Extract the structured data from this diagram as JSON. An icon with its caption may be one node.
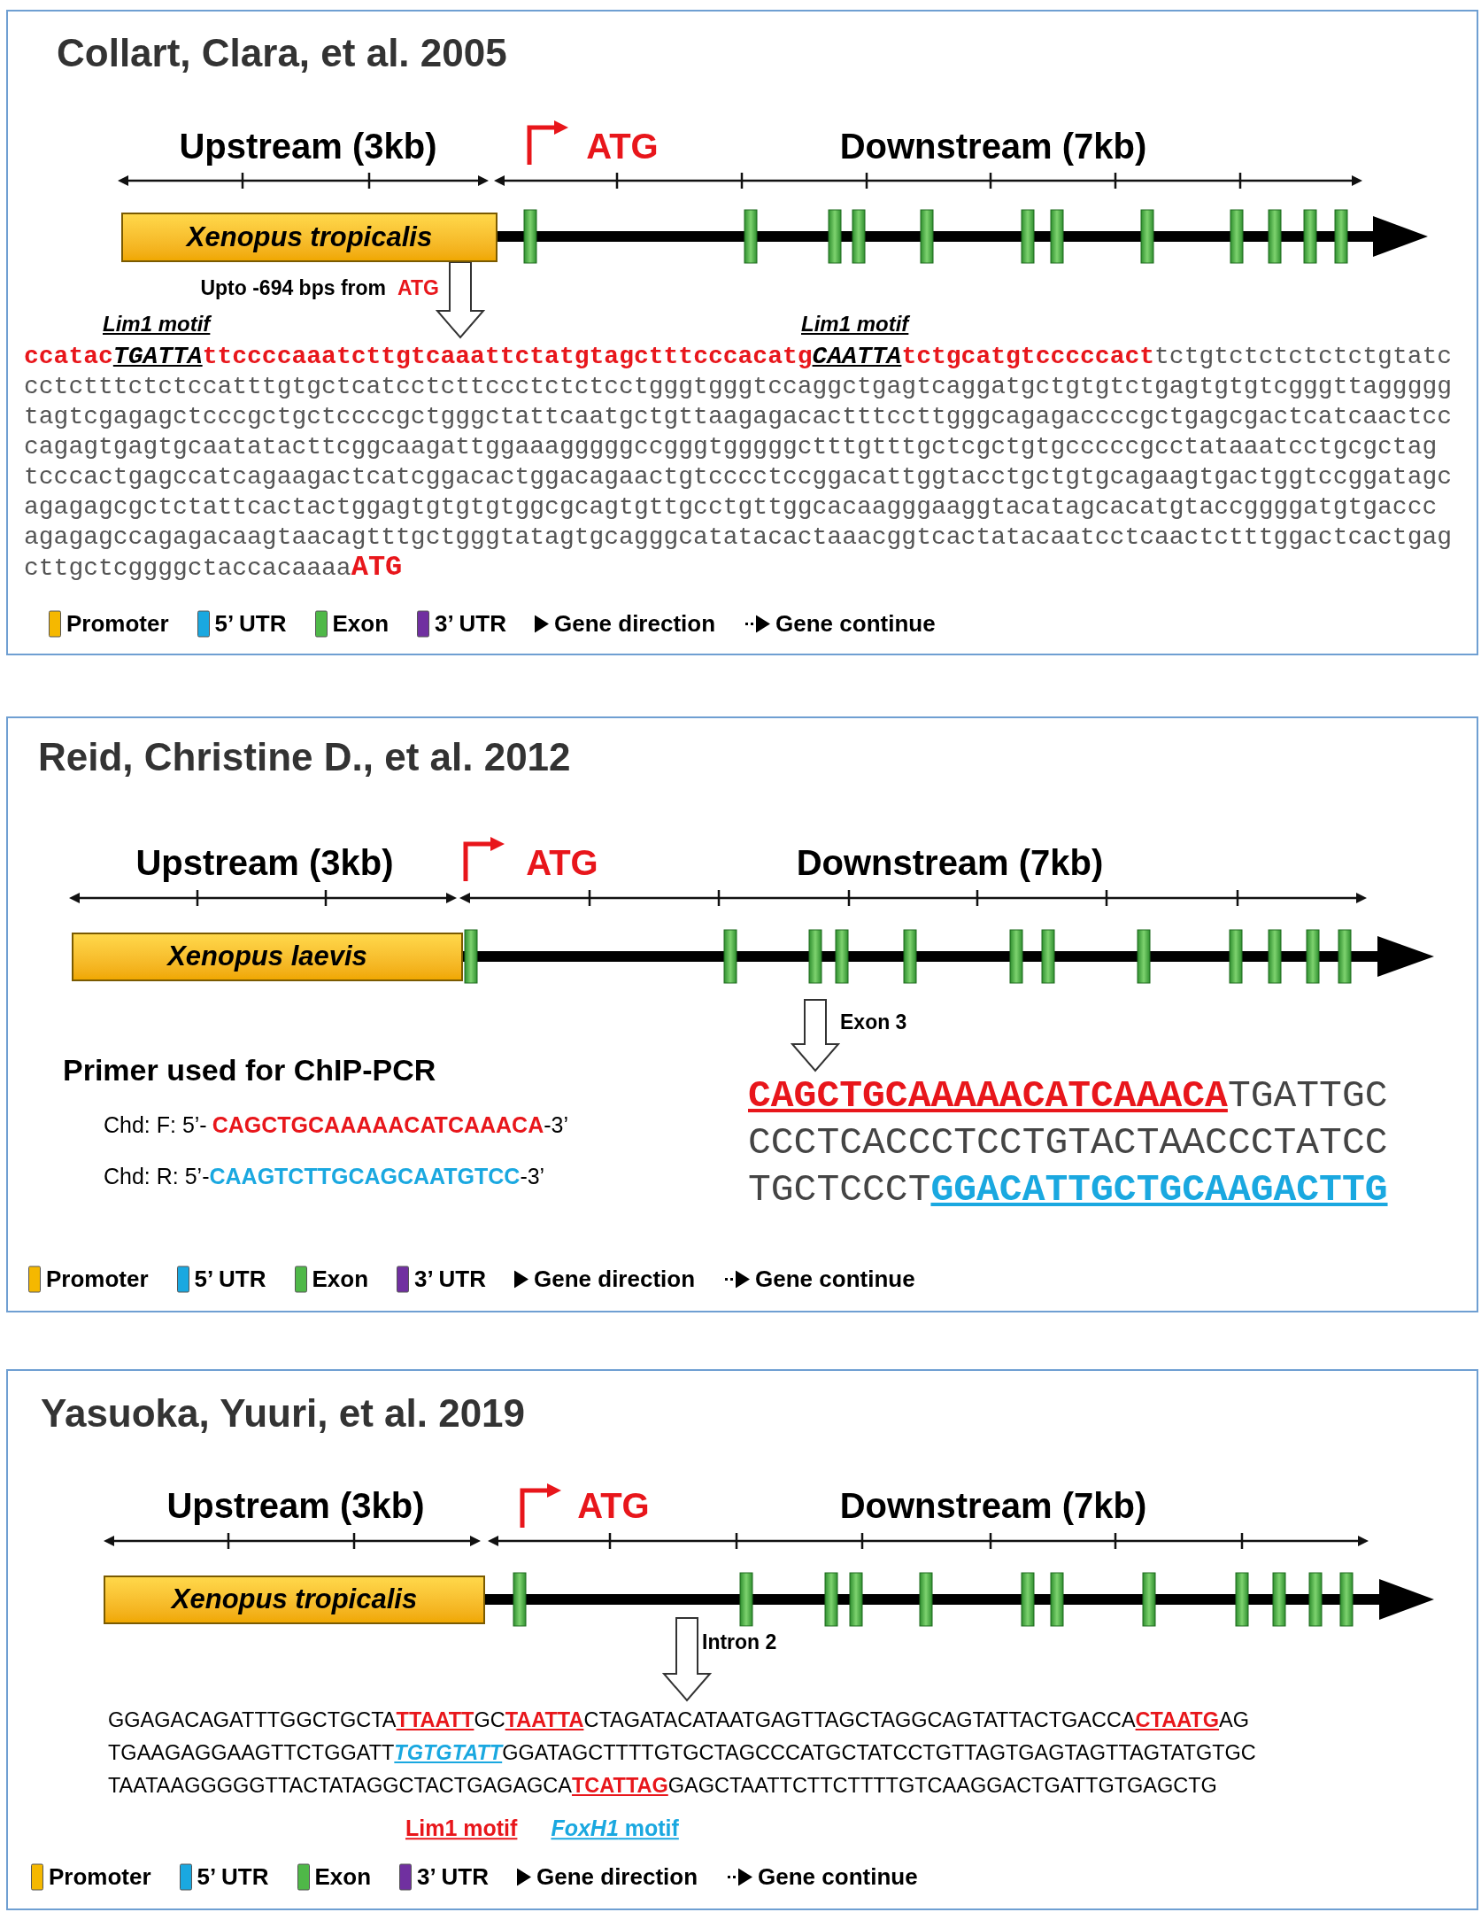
{
  "diagram": {
    "nodes": [
      {
        "text": [
          "Collart, Clara, et al. 2005"
        ]
      },
      {
        "text": [
          "Xenopus tropicalis"
        ],
        "in": 0
      },
      {
        "text": [
          "ccatac",
          "TGATTA",
          "ttccccaaatcttgtcaaattctatgtagctttcccacatg",
          "CAATTA",
          "tctgcatgtcccccact",
          "tctgtctctctctctgtatc cctctttctctccatttgtgctcatcctcttccctctctcctgggtgggtccaggctgagtcaggatgctgtgtctgagtgtgtcgggttaggggg tagtcgagagctcccgctgctccccgctgggctattcaatgctgttaagagacactttccttgggcagagaccccgctgagcgactcatcaactcc cagagtgagtgcaatatacttcggcaagattggaaagggggccgggtgggggctttgtttgctcgctgtgcccccgcctataaatcctgcgctag tcccactgagccatcagaagactcatcggacactggacagaactgtcccctccggacattggtacctgctgtgcagaagtgactggtccggatagc agagagcgctctattcactactggagtgtgtgtggcgcagtgttgcctgttggcacaagggaaggtacatagcacatgtaccggggatgtgaccc agagagccagagacaagtaacagtttgctgggtatagtgcagggcatatacactaaacggtcactatacaatcctcaactctttggactcactgag cttgctcggggctaccacaaaa",
          "ATG"
        ],
        "in": 0
      },
      {
        "text": [
          "Reid, Christine D., et al. 2012"
        ]
      },
      {
        "text": [
          "Xenopus laevis"
        ],
        "in": 3
      },
      {
        "text": [
          "CAGCTGCAAAAACATCAAACA",
          "TGATTGC CCCTCACCCTCCTGTACTAACCCTATCC TGCTCCCT",
          "GGACATTGCTGCAAGACTTG"
        ],
        "in": 3
      },
      {
        "text": [
          "Yasuoka, Yuuri, et al. 2019"
        ]
      },
      {
        "text": [
          "Xenopus tropicalis"
        ],
        "in": 6
      },
      {
        "text": [
          "GGAGACAGATTTGGCTGCTA",
          "TTAATT",
          "GC",
          "TAATTA",
          "CTAGATACATAATGAGTTAGCTAGGCAGTATTACTGACCA",
          "CTAATG",
          "AG TGAAGAGGAAGTTCTGGATT",
          "TGTGTATT",
          "GGATAGCTTTTGTGCTAGCCCATGCTATCCTGTTAGTGAGTAGTTAGTATGTGC TAATAAGGGGGTTACTATAGGCTACTGAGAGCA",
          "TCATTAG",
          "GAGCTAATTCTTCTTTTGTCAAGGACTGATTGTGAGCTG"
        ],
        "in": 6
      }
    ],
    "edges": [
      {
        "from": 1,
        "to": 2,
        "arrow": "to",
        "label": "Upto -694 bps from"
      },
      {
        "from": null,
        "to": 5,
        "arrow": "to",
        "label": "Exon 3"
      },
      {
        "from": null,
        "to": 8,
        "arrow": "to",
        "label": "Intron 2"
      }
    ],
    "labels": [
      "Upstream (3kb)",
      "ATG",
      "Downstream (7kb)",
      "ATG",
      "Lim1 motif",
      "Lim1 motif",
      "Upstream (3kb)",
      "ATG",
      "Downstream (7kb)",
      "Primer used for ChIP-PCR",
      "Chd: F: 5’-",
      "CAGCTGCAAAAACATCAAACA",
      "-3’",
      "Chd: R: 5’-",
      "CAAGTCTTGCAGCAATGTCC",
      "-3’",
      "Upstream (3kb)",
      "ATG",
      "Downstream (7kb)",
      "Lim1 motif",
      "*FoxH1* motif"
    ],
    "legend": [
      {
        "text": "Promoter",
        "color": "#f5b800"
      },
      {
        "text": "5’ UTR",
        "color": "#1aa8e0"
      },
      {
        "text": "Exon",
        "color": "#4fb848"
      },
      {
        "text": "3’ UTR",
        "color": "#7030a0"
      },
      {
        "text": "Gene direction"
      },
      {
        "text": "Gene continue"
      },
      {
        "text": "Promoter",
        "color": "#f5b800"
      },
      {
        "text": "5’ UTR",
        "color": "#1aa8e0"
      },
      {
        "text": "Exon",
        "color": "#4fb848"
      },
      {
        "text": "3’ UTR",
        "color": "#7030a0"
      },
      {
        "text": "Gene direction"
      },
      {
        "text": "Gene continue"
      },
      {
        "text": "Promoter",
        "color": "#f5b800"
      },
      {
        "text": "5’ UTR",
        "color": "#1aa8e0"
      },
      {
        "text": "Exon",
        "color": "#4fb848"
      },
      {
        "text": "3’ UTR",
        "color": "#7030a0"
      },
      {
        "text": "Gene direction"
      },
      {
        "text": "Gene continue"
      }
    ]
  }
}
